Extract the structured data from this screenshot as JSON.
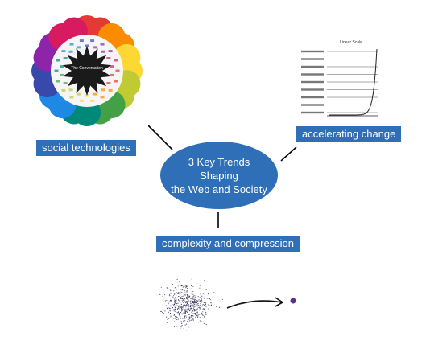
{
  "center": {
    "line1": "3 Key Trends Shaping",
    "line2": "the Web and Society"
  },
  "trends": {
    "social": "social technologies",
    "accelerating": "accelerating change",
    "complexity": "complexity and compression"
  },
  "prism": {
    "core_title": "The Conversation",
    "color_segments": [
      "#e53935",
      "#fb8c00",
      "#fdd835",
      "#c0ca33",
      "#43a047",
      "#00897b",
      "#1e88e5",
      "#3949ab",
      "#8e24aa",
      "#d81b60"
    ]
  },
  "growth_chart": {
    "title": "Linear Scale",
    "icons": {
      "note": "miniature exponential curve"
    }
  },
  "colors": {
    "accent": "#2e6fb7",
    "dot": "#5a2d91"
  }
}
